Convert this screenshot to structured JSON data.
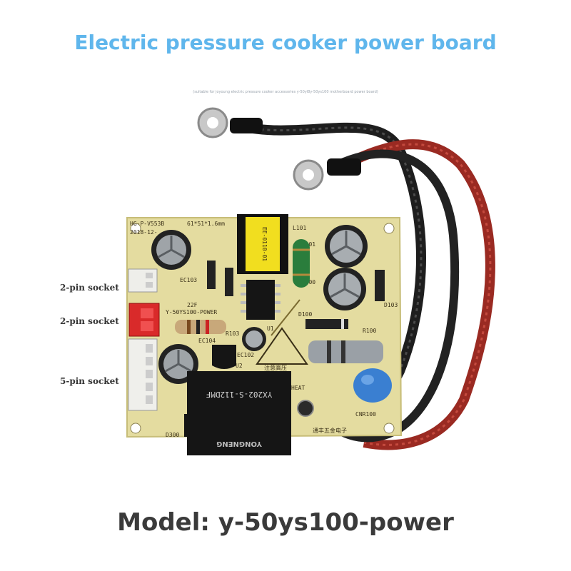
{
  "header": {
    "title": "Electric pressure cooker power board",
    "subtitle": "(suitable for joyoung electric pressure cooker accessories y-50yl8y-50ys100 motherboard power board)"
  },
  "callouts": [
    {
      "text": "2-pin socket"
    },
    {
      "text": "2-pin socket"
    },
    {
      "text": "5-pin socket"
    }
  ],
  "footer": {
    "model": "Model: y-50ys100-power"
  },
  "pcb_silkscreen": {
    "board_code": "HG-P-V553B",
    "date": "2018-12-",
    "size": "61*51*1.6mm",
    "model": "Y-50YS100-POWER",
    "cap_22f": "22F",
    "heat": "HEAT",
    "cnr": "CNR100",
    "r100": "R100",
    "l101": "L101",
    "ec101": "EC101",
    "ec100": "EC100",
    "ec103": "EC103",
    "ec104": "EC104",
    "ec102": "EC102",
    "d100": "D100",
    "d103": "D103",
    "d300": "D300",
    "u1": "U1",
    "u2": "U2",
    "r103": "R103",
    "warning": "注意高压",
    "relay_top": "YX202-S-112DMF",
    "relay_brand": "YONGNENG",
    "transformer": "EE-0110-01",
    "vendor": "通丰五金电子"
  },
  "colors": {
    "title": "#5fb6ec",
    "pcb": "#e4dca0",
    "cable_black": "#1e1e1e",
    "cable_red": "#9a2a22"
  }
}
